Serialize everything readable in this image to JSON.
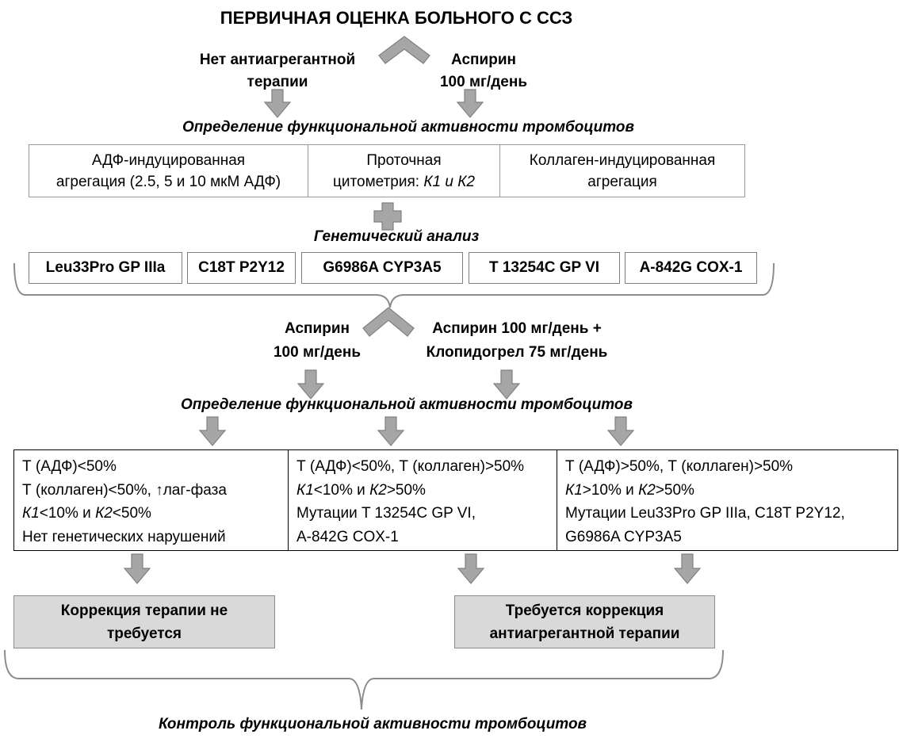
{
  "title": "ПЕРВИЧНАЯ ОЦЕНКА БОЛЬНОГО С ССЗ",
  "branch1": {
    "left": [
      "Нет антиагрегантной",
      "терапии"
    ],
    "right": [
      "Аспирин",
      "100 мг/день"
    ]
  },
  "step_platelet_1": "Определение функциональной активности тромбоцитов",
  "methods": {
    "adp": [
      "АДФ-индуцированная",
      "агрегация (2.5, 5 и 10 мкМ АДФ)"
    ],
    "flow_line1": "Проточная",
    "flow_line2_prefix": "цитометрия: ",
    "flow_line2_k": "К1 и К2",
    "collagen": [
      "Коллаген-индуцированная",
      "агрегация"
    ]
  },
  "genetic_label": "Генетический анализ",
  "genes": [
    "Leu33Pro GP IIIa",
    "C18T P2Y12",
    "G6986A CYP3A5",
    "T 13254C GP VI",
    "A-842G COX-1"
  ],
  "branch2": {
    "left": [
      "Аспирин",
      "100 мг/день"
    ],
    "right": [
      "Аспирин 100 мг/день +",
      "Клопидогрел 75 мг/день"
    ]
  },
  "step_platelet_2": "Определение функциональной активности тромбоцитов",
  "results": {
    "col1": {
      "l1": "Т (АДФ)<50%",
      "l2": "Т (коллаген)<50%, ↑лаг-фаза",
      "l3_k1": "К1",
      "l3_mid": "<10% и ",
      "l3_k2": "К2",
      "l3_end": "<50%",
      "l4": "Нет генетических нарушений"
    },
    "col2": {
      "l1": "Т (АДФ)<50%, Т (коллаген)>50%",
      "l2_k1": "К1",
      "l2_mid": "<10% и ",
      "l2_k2": "К2",
      "l2_end": ">50%",
      "l3": "Мутации T 13254C GP VI,",
      "l4": "A-842G COX-1"
    },
    "col3": {
      "l1": "Т (АДФ)>50%, Т (коллаген)>50%",
      "l2_k1": "К1",
      "l2_mid": ">10% и ",
      "l2_k2": "К2",
      "l2_end": ">50%",
      "l3": "Мутации Leu33Pro GP IIIa, C18T P2Y12,",
      "l4": "G6986A CYP3A5"
    }
  },
  "outcomes": {
    "no_correction": [
      "Коррекция терапии не",
      "требуется"
    ],
    "correction": [
      "Требуется коррекция",
      "антиагрегантной терапии"
    ]
  },
  "footer": "Контроль функциональной активности тромбоцитов"
}
